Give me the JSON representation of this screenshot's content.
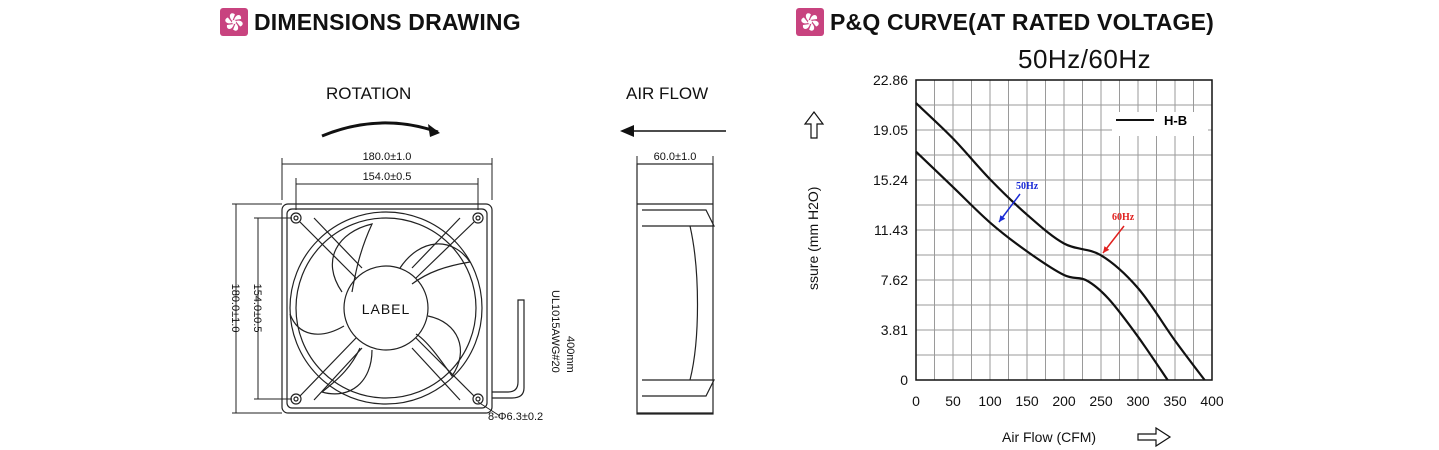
{
  "headers": {
    "dimensions_title": "DIMENSIONS DRAWING",
    "curve_title": "P&Q CURVE(AT RATED VOLTAGE)",
    "logo_icon": "fan-logo-icon",
    "logo_color": "#c8437f"
  },
  "drawing": {
    "rotation_label": "ROTATION",
    "airflow_label": "AIR FLOW",
    "dim_outer_width": "180.0±1.0",
    "dim_hole_width": "154.0±0.5",
    "dim_outer_height": "180.0±1.0",
    "dim_hole_height": "154.0±0.5",
    "fan_label": "LABEL",
    "wire_spec": "UL1015AWG#20",
    "wire_length": "400mm",
    "mount_holes": "8-Φ6.3±0.2",
    "depth": "60.0±1.0"
  },
  "chart_data": {
    "type": "line",
    "title": "50Hz/60Hz",
    "xlabel": "Air Flow (CFM)",
    "ylabel": "ssure (mm H2O)",
    "x_ticks": [
      "0",
      "50",
      "100",
      "150",
      "200",
      "250",
      "300",
      "350",
      "400"
    ],
    "y_ticks": [
      "0",
      "3.81",
      "7.62",
      "11.43",
      "15.24",
      "19.05",
      "22.86"
    ],
    "xlim": [
      0,
      400
    ],
    "ylim": [
      0,
      22.86
    ],
    "grid": true,
    "legend": {
      "position": "top-right",
      "entries": [
        "H-B"
      ]
    },
    "series": [
      {
        "name": "50Hz",
        "color": "#111111",
        "annotation_color": "#1a2bd6",
        "x": [
          0,
          50,
          100,
          150,
          200,
          230,
          260,
          300,
          340
        ],
        "y": [
          17.4,
          14.7,
          12.0,
          9.8,
          8.0,
          7.6,
          6.2,
          3.3,
          0
        ]
      },
      {
        "name": "60Hz",
        "color": "#111111",
        "annotation_color": "#e0201e",
        "x": [
          0,
          50,
          100,
          150,
          200,
          250,
          300,
          350,
          390
        ],
        "y": [
          21.1,
          18.4,
          15.3,
          12.6,
          10.4,
          9.5,
          7.0,
          3.0,
          0
        ]
      }
    ]
  }
}
